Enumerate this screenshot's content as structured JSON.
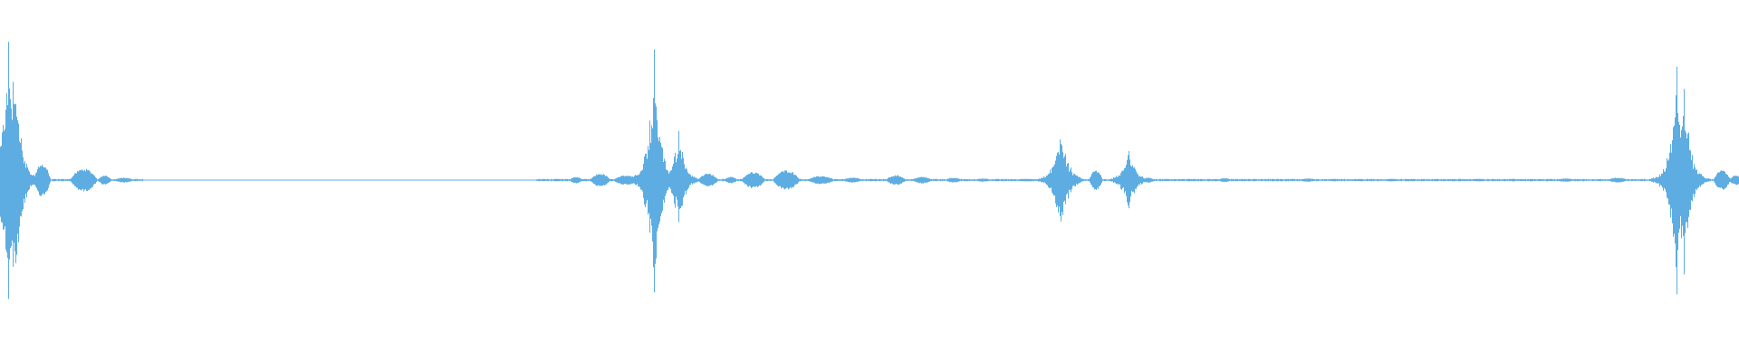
{
  "waveform": {
    "color": "#5DADE2",
    "background": "#ffffff",
    "duration_fraction_segments": [
      {
        "start": 0.0,
        "end": 0.082,
        "kind": "speech"
      },
      {
        "start": 0.082,
        "end": 0.308,
        "kind": "silence"
      },
      {
        "start": 0.308,
        "end": 1.0,
        "kind": "speech"
      }
    ],
    "peak_events": [
      {
        "t": 0.0045,
        "amp": 0.94
      },
      {
        "t": 0.008,
        "amp": 0.86
      },
      {
        "t": 0.376,
        "amp": 0.86
      },
      {
        "t": 0.39,
        "amp": 0.32
      },
      {
        "t": 0.61,
        "amp": 0.42
      },
      {
        "t": 0.649,
        "amp": 0.22
      },
      {
        "t": 0.964,
        "amp": 0.72
      },
      {
        "t": 0.968,
        "amp": 0.7
      }
    ],
    "bumps": [
      {
        "t": 0.013,
        "amp": 0.1,
        "w": 0.004
      },
      {
        "t": 0.024,
        "amp": 0.1,
        "w": 0.005
      },
      {
        "t": 0.048,
        "amp": 0.07,
        "w": 0.008
      },
      {
        "t": 0.06,
        "amp": 0.03,
        "w": 0.004
      },
      {
        "t": 0.071,
        "amp": 0.015,
        "w": 0.006
      },
      {
        "t": 0.32,
        "amp": 0.008,
        "w": 0.004
      },
      {
        "t": 0.331,
        "amp": 0.02,
        "w": 0.004
      },
      {
        "t": 0.345,
        "amp": 0.04,
        "w": 0.006
      },
      {
        "t": 0.36,
        "amp": 0.03,
        "w": 0.008
      },
      {
        "t": 0.37,
        "amp": 0.02,
        "w": 0.004
      },
      {
        "t": 0.395,
        "amp": 0.03,
        "w": 0.005
      },
      {
        "t": 0.407,
        "amp": 0.04,
        "w": 0.006
      },
      {
        "t": 0.42,
        "amp": 0.02,
        "w": 0.004
      },
      {
        "t": 0.433,
        "amp": 0.05,
        "w": 0.007
      },
      {
        "t": 0.452,
        "amp": 0.06,
        "w": 0.008
      },
      {
        "t": 0.472,
        "amp": 0.025,
        "w": 0.008
      },
      {
        "t": 0.49,
        "amp": 0.015,
        "w": 0.006
      },
      {
        "t": 0.515,
        "amp": 0.03,
        "w": 0.006
      },
      {
        "t": 0.53,
        "amp": 0.02,
        "w": 0.006
      },
      {
        "t": 0.548,
        "amp": 0.015,
        "w": 0.005
      },
      {
        "t": 0.565,
        "amp": 0.01,
        "w": 0.005
      },
      {
        "t": 0.59,
        "amp": 0.008,
        "w": 0.008
      },
      {
        "t": 0.6,
        "amp": 0.01,
        "w": 0.005
      },
      {
        "t": 0.63,
        "amp": 0.06,
        "w": 0.004
      },
      {
        "t": 0.66,
        "amp": 0.015,
        "w": 0.004
      },
      {
        "t": 0.704,
        "amp": 0.012,
        "w": 0.004
      },
      {
        "t": 0.752,
        "amp": 0.01,
        "w": 0.006
      },
      {
        "t": 0.8,
        "amp": 0.008,
        "w": 0.006
      },
      {
        "t": 0.85,
        "amp": 0.008,
        "w": 0.006
      },
      {
        "t": 0.9,
        "amp": 0.01,
        "w": 0.006
      },
      {
        "t": 0.93,
        "amp": 0.015,
        "w": 0.006
      },
      {
        "t": 0.975,
        "amp": 0.05,
        "w": 0.006
      },
      {
        "t": 0.99,
        "amp": 0.06,
        "w": 0.005
      },
      {
        "t": 0.998,
        "amp": 0.03,
        "w": 0.004
      }
    ]
  }
}
